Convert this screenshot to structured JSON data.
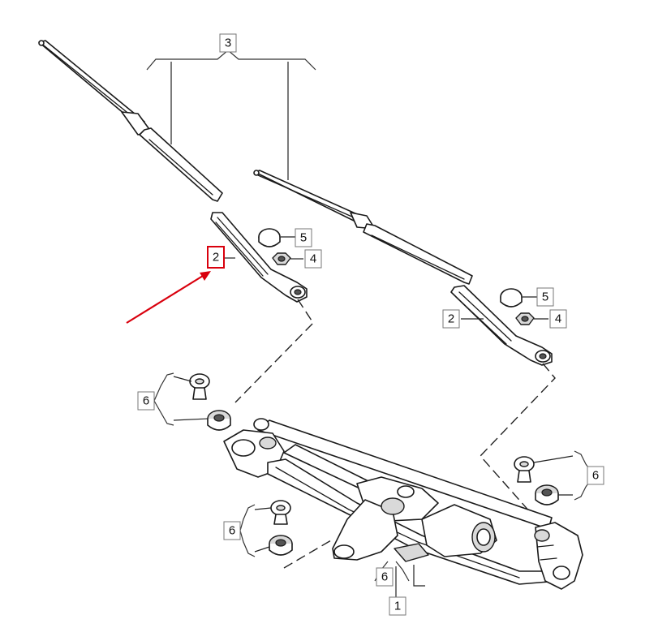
{
  "callouts": {
    "c1": "1",
    "c2a": "2",
    "c2b": "2",
    "c3": "3",
    "c4a": "4",
    "c4b": "4",
    "c5a": "5",
    "c5b": "5",
    "c6a": "6",
    "c6b": "6",
    "c6c": "6",
    "c6d": "6"
  },
  "colors": {
    "highlight": "#d9000d",
    "line": "#1a1a1a"
  }
}
